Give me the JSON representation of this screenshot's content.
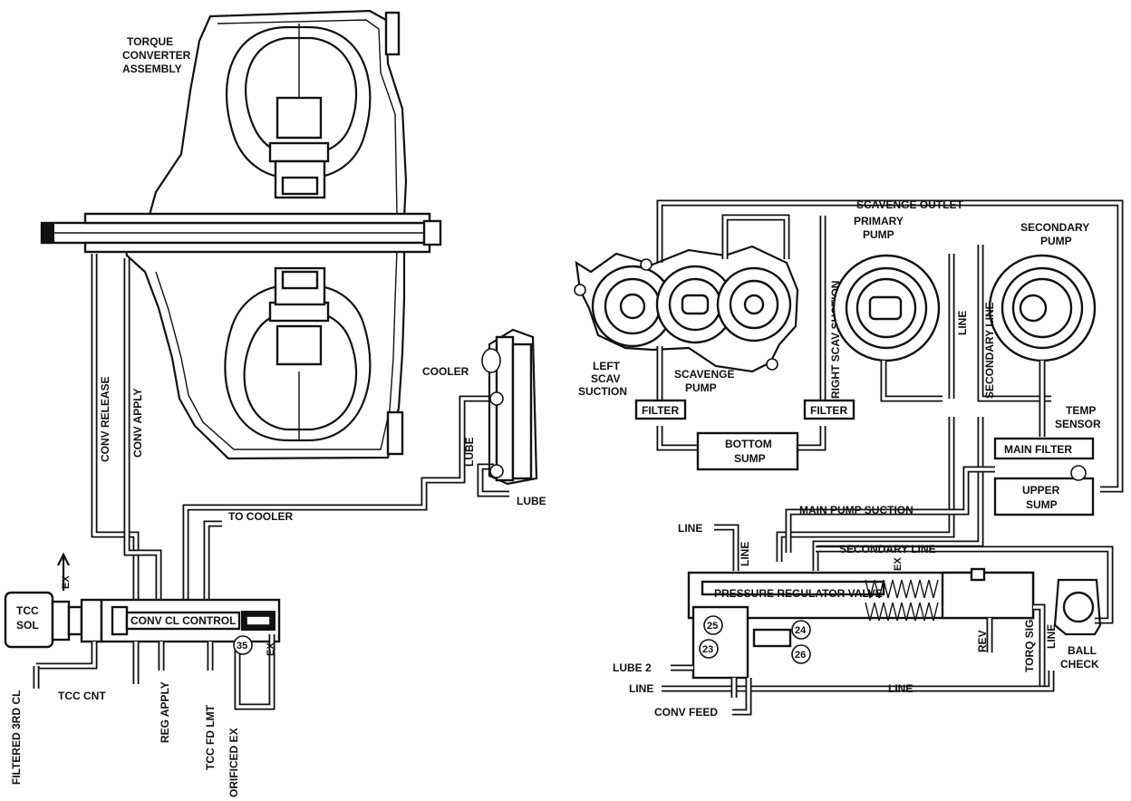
{
  "converter": {
    "assembly_label_1": "TORQUE",
    "assembly_label_2": "CONVERTER",
    "assembly_label_3": "ASSEMBLY",
    "conv_release": "CONV RELEASE",
    "conv_apply": "CONV APPLY",
    "to_cooler": "TO COOLER",
    "cooler": "COOLER",
    "lube_a": "LUBE",
    "lube_b": "LUBE"
  },
  "tcc": {
    "sol_1": "TCC",
    "sol_2": "SOL",
    "ex": "EX",
    "valve": "CONV CL CONTROL",
    "orifice": "35",
    "ex_right": "EX",
    "filtered_3rd_cl": "FILTERED 3RD CL",
    "tcc_cnt": "TCC CNT",
    "reg_apply": "REG APPLY",
    "tcc_fd_lmt": "TCC FD LMT",
    "orificed_ex": "ORIFICED EX"
  },
  "pumps": {
    "scavenge_outlet": "SCAVENGE OUTLET",
    "primary_1": "PRIMARY",
    "primary_2": "PUMP",
    "secondary_1": "SECONDARY",
    "secondary_2": "PUMP",
    "left_1": "LEFT",
    "left_2": "SCAV",
    "left_3": "SUCTION",
    "scavenge_1": "SCAVENGE",
    "scavenge_2": "PUMP",
    "right_scav_suction": "RIGHT SCAV SUCTION",
    "filter_left": "FILTER",
    "filter_right": "FILTER",
    "bottom_1": "BOTTOM",
    "bottom_2": "SUMP",
    "line_v": "LINE",
    "secondary_line_v": "SECONDARY LINE",
    "temp_1": "TEMP",
    "temp_2": "SENSOR",
    "main_filter": "MAIN FILTER",
    "upper_1": "UPPER",
    "upper_2": "SUMP",
    "main_pump_suction": "MAIN PUMP SUCTION"
  },
  "regulator": {
    "line_top": "LINE",
    "line_v": "LINE",
    "secondary_line": "SECONDARY LINE",
    "valve": "PRESSURE REGULATOR VALVE",
    "ex": "EX",
    "c25": "25",
    "c23": "23",
    "c24": "24",
    "c26": "26",
    "rev": "REV",
    "torq_sig": "TORQ SIG",
    "line_right": "LINE",
    "ball_1": "BALL",
    "ball_2": "CHECK",
    "lube2": "LUBE 2",
    "line_left": "LINE",
    "line_bottom": "LINE",
    "conv_feed": "CONV FEED"
  }
}
